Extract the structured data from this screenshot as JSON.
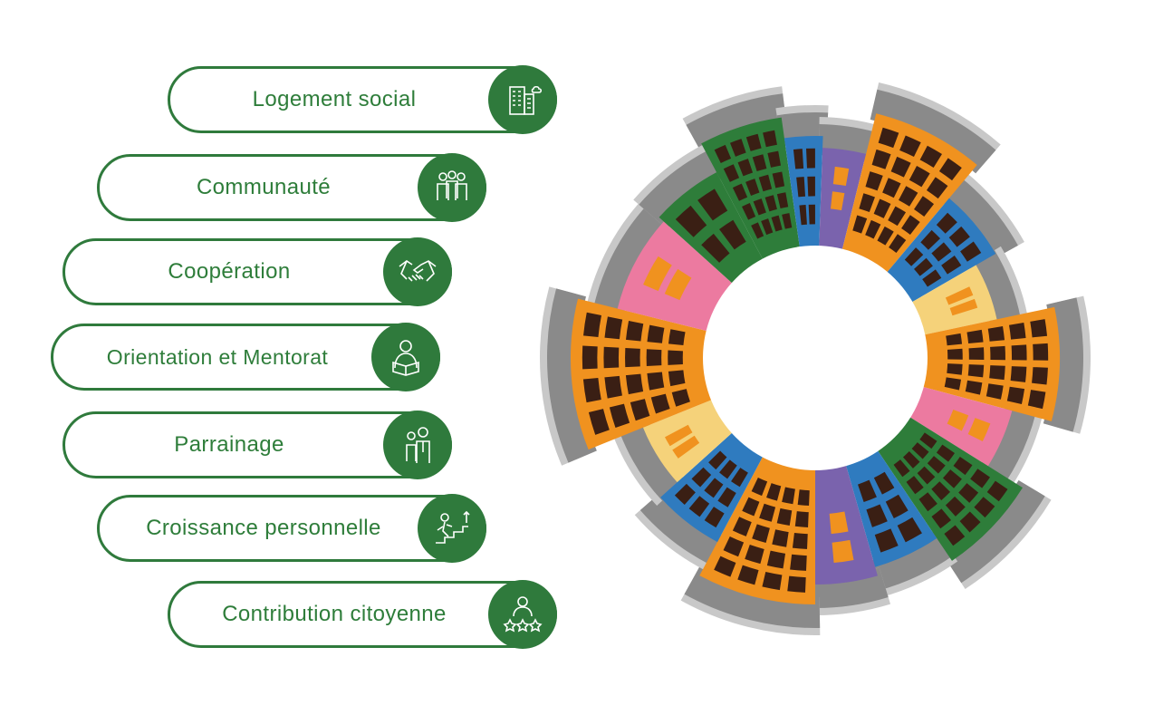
{
  "colors": {
    "accent": "#2f7a3c",
    "orange": "#f0921f",
    "green": "#2e7d3a",
    "blue": "#2f7bbf",
    "purple": "#7a63ad",
    "pink": "#ec7aa0",
    "yellow": "#f5d27a",
    "roof": "#8a8a8a",
    "window": "#3a1f14"
  },
  "items": [
    {
      "label": "Logement social",
      "icon": "building-icon"
    },
    {
      "label": "Communauté",
      "icon": "community-icon"
    },
    {
      "label": "Coopération",
      "icon": "handshake-icon"
    },
    {
      "label": "Orientation et Mentorat",
      "icon": "mentor-icon"
    },
    {
      "label": "Parrainage",
      "icon": "sponsorship-icon"
    },
    {
      "label": "Croissance personnelle",
      "icon": "growth-icon"
    },
    {
      "label": "Contribution citoyenne",
      "icon": "stars-icon"
    }
  ]
}
